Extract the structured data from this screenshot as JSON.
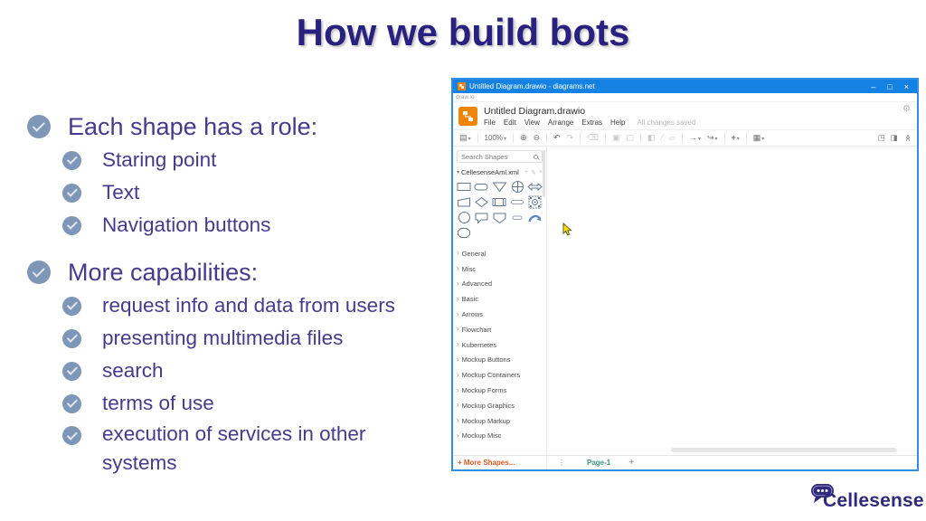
{
  "slide": {
    "title": "How we build bots"
  },
  "bullets": {
    "group1": {
      "heading": "Each shape has a role:",
      "items": [
        "Staring point",
        "Text",
        "Navigation buttons"
      ]
    },
    "group2": {
      "heading": "More capabilities:",
      "items": [
        "request info and data from users",
        "presenting multimedia files",
        "search",
        "terms of use",
        "execution of services in other systems"
      ]
    }
  },
  "drawio": {
    "titlebar": {
      "title": "Untitled Diagram.drawio - diagrams.net",
      "minimize": "–",
      "maximize": "□",
      "close": "×"
    },
    "appbar": {
      "brand": "draw.io"
    },
    "header": {
      "doc_title": "Untitled Diagram.drawio",
      "menus": [
        "File",
        "Edit",
        "View",
        "Arrange",
        "Extras",
        "Help"
      ],
      "status": "All changes saved"
    },
    "toolbar": {
      "zoom_level": "100%"
    },
    "panel": {
      "search_placeholder": "Search Shapes",
      "library_name": "CellesenseAml.xml",
      "sections": [
        "General",
        "Misc",
        "Advanced",
        "Basic",
        "Arrows",
        "Flowchart",
        "Kubernetes",
        "Mockup Buttons",
        "Mockup Containers",
        "Mockup Forms",
        "Mockup Graphics",
        "Mockup Markup",
        "Mockup Misc"
      ]
    },
    "footer": {
      "more_shapes": "+ More Shapes...",
      "page_tab": "Page-1",
      "add_page": "+"
    }
  },
  "logo": {
    "text": "Cellesense"
  },
  "icons": {
    "view": "▤",
    "dropdown": "▾",
    "zoom_in": "⊕",
    "zoom_out": "⊖",
    "undo": "↶",
    "redo": "↷",
    "delete": "⌫",
    "to_front": "▣",
    "to_back": "▢",
    "fill": "◧",
    "line": "∕",
    "shadow": "▱",
    "arrow": "→",
    "connector": "↪",
    "add": "+",
    "table": "▦",
    "fullscreen": "◳",
    "format": "◨",
    "collapse": "≪",
    "gear": "⚙",
    "menu_dots": "⋮",
    "lib_add": "+",
    "lib_edit": "✎",
    "lib_close": "×",
    "caret_down": "▾",
    "caret_right": "›"
  },
  "colors": {
    "title_text": "#29217f",
    "body_text": "#473a8e",
    "bullet_circle": "#7e97b7",
    "window_titlebar": "#1481e3",
    "window_border": "#2e8fe5",
    "drawio_orange": "#ef8407",
    "more_shapes": "#e2571f",
    "page_tab": "#3a9181",
    "logo_indigo": "#2f2a7a"
  }
}
